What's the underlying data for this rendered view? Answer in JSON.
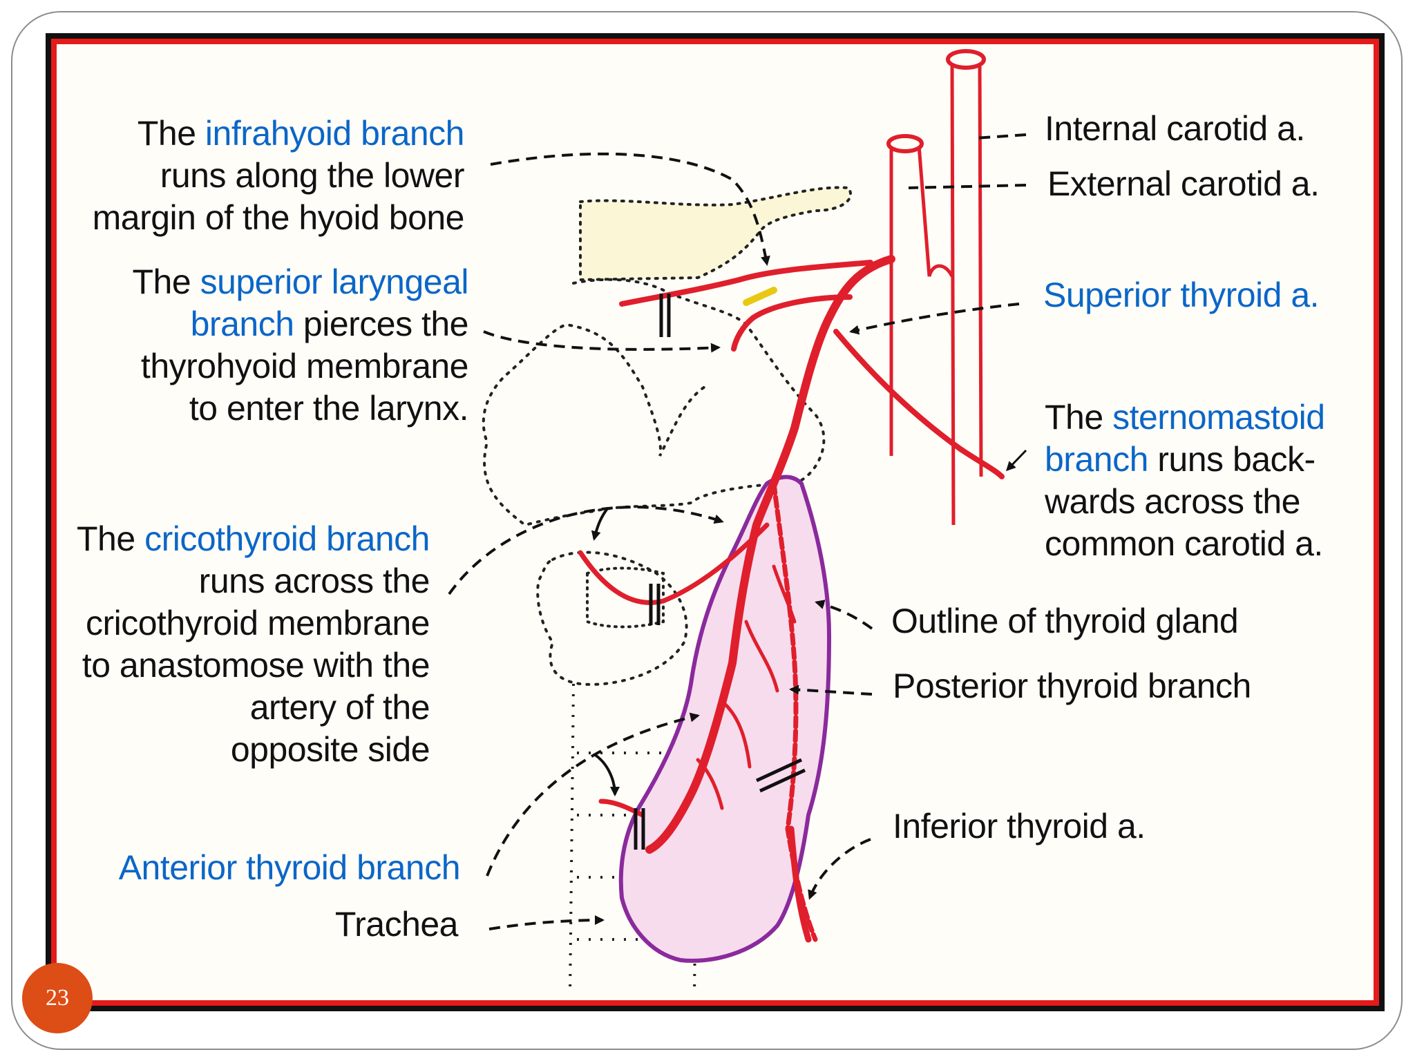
{
  "labels": {
    "infrahyoid": {
      "pre": "The ",
      "term": "infrahyoid branch",
      "line2": "runs along the lower",
      "line3": "margin of the hyoid bone"
    },
    "superior_laryngeal": {
      "pre": "The ",
      "term1": "superior laryngeal",
      "term2": "branch",
      "post2": " pierces the",
      "line3": "thyrohyoid membrane",
      "line4": "to enter the larynx."
    },
    "cricothyroid": {
      "pre": "The ",
      "term": "cricothyroid branch",
      "line2": "runs across the",
      "line3": "cricothyroid membrane",
      "line4": "to anastomose with the",
      "line5": "artery of the",
      "line6": "opposite side"
    },
    "anterior_thyroid": "Anterior thyroid branch",
    "trachea": "Trachea",
    "internal_carotid": "Internal carotid a.",
    "external_carotid": "External carotid a.",
    "superior_thyroid": "Superior thyroid a.",
    "sternomastoid": {
      "pre": "The ",
      "term1": "sternomastoid",
      "term2": "branch",
      "post2": " runs back-",
      "line3": "wards across the",
      "line4": "common carotid a."
    },
    "outline_thyroid": "Outline of thyroid gland",
    "posterior_thyroid": "Posterior thyroid branch",
    "inferior_thyroid": "Inferior thyroid a."
  },
  "page_number": "23",
  "colors": {
    "artery": "#e01f2c",
    "gland_outline": "#8a2a9c",
    "gland_fill": "#f7dcee",
    "hyoid_fill": "#fbf6d6",
    "term_blue": "#0b66c8",
    "frame_red": "#e51b1b",
    "badge": "#dd4d16"
  }
}
